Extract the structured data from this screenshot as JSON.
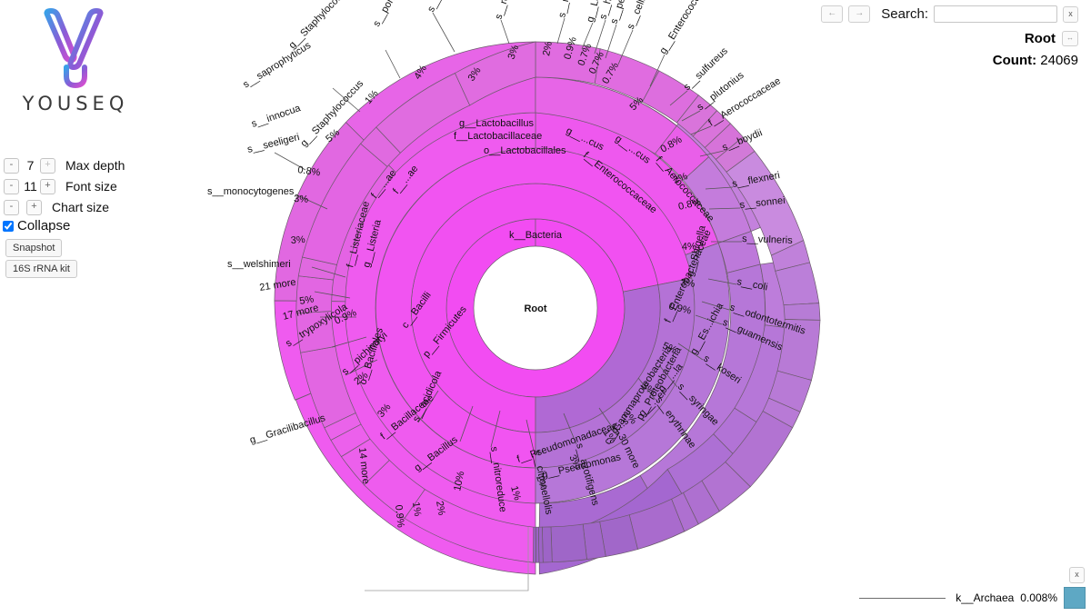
{
  "brand": {
    "name": "YOUSEQ"
  },
  "controls": {
    "max_depth": {
      "value": "7",
      "label": "Max depth",
      "dec": "-",
      "inc": "+"
    },
    "font_size": {
      "value": "11",
      "label": "Font size",
      "dec": "-",
      "inc": "+"
    },
    "chart_size": {
      "value": "",
      "label": "Chart size",
      "dec": "-",
      "inc": "+"
    },
    "collapse": {
      "label": "Collapse",
      "checked": true
    },
    "snapshot_label": "Snapshot",
    "kit_label": "16S rRNA kit"
  },
  "topbar": {
    "back_icon": "←",
    "forward_icon": "→",
    "search_label": "Search:",
    "search_value": "",
    "search_placeholder": "",
    "clear_icon": "x",
    "node_name": "Root",
    "expand_icon": "↔",
    "count_label": "Count:",
    "count_value": "24069"
  },
  "legend": {
    "name": "k__Archaea",
    "percent": "0.008%",
    "color": "#5ea8c4",
    "close_icon": "x"
  },
  "chart_data": {
    "type": "pie",
    "title": "Root",
    "center_label": "Root",
    "total_count": 24069,
    "rings": [
      "root",
      "kingdom",
      "phylum",
      "class",
      "order",
      "family",
      "genus",
      "species"
    ],
    "nodes": [
      {
        "label": "k__Bacteria",
        "ring": 1,
        "pct": ""
      },
      {
        "label": "p__Firmicutes",
        "ring": 2,
        "pct": ""
      },
      {
        "label": "p__Proteobacteria",
        "ring": 2,
        "pct": ""
      },
      {
        "label": "c__Bacilli",
        "ring": 3,
        "pct": ""
      },
      {
        "label": "c__Gammaproteobacteria",
        "ring": 3,
        "pct": ""
      },
      {
        "label": "o__Lactobacillales",
        "ring": 4,
        "pct": ""
      },
      {
        "label": "o__Bacillales",
        "ring": 4,
        "pct": ""
      },
      {
        "label": "f__Lactobacillaceae",
        "ring": 5,
        "pct": ""
      },
      {
        "label": "f__Enterococcaceae",
        "ring": 5,
        "pct": ""
      },
      {
        "label": "f__Listeriaceae",
        "ring": 5,
        "pct": ""
      },
      {
        "label": "f__Bacillaceae",
        "ring": 5,
        "pct": ""
      },
      {
        "label": "f__Aerococcaceae",
        "ring": 5,
        "pct": ""
      },
      {
        "label": "f__Enterobacteriaceae",
        "ring": 5,
        "pct": ""
      },
      {
        "label": "f__Pseudomonadaceae",
        "ring": 5,
        "pct": ""
      },
      {
        "label": "f__...ae",
        "ring": 5,
        "pct": ""
      },
      {
        "label": "g__Lactobacillus",
        "ring": 6,
        "pct": ""
      },
      {
        "label": "g__...cus",
        "ring": 6,
        "pct": ""
      },
      {
        "label": "g__Staphylococcus",
        "ring": 6,
        "pct": ""
      },
      {
        "label": "g__Listeria",
        "ring": 6,
        "pct": ""
      },
      {
        "label": "g__Bacillus",
        "ring": 6,
        "pct": ""
      },
      {
        "label": "g__Gracilibacillus",
        "ring": 6,
        "pct": ""
      },
      {
        "label": "g__Shigella",
        "ring": 6,
        "pct": ""
      },
      {
        "label": "g__Es...ichia",
        "ring": 6,
        "pct": ""
      },
      {
        "label": "g__...la",
        "ring": 6,
        "pct": ""
      },
      {
        "label": "g__...er",
        "ring": 6,
        "pct": ""
      },
      {
        "label": "g...s",
        "ring": 6,
        "pct": ""
      },
      {
        "label": "g__Pseudomonas",
        "ring": 6,
        "pct": ""
      }
    ],
    "species": [
      {
        "name": "s__paraplantarum",
        "pct": "3%"
      },
      {
        "name": "s__reuteri",
        "pct": "3%"
      },
      {
        "name": "s__mucosae",
        "pct": "2%"
      },
      {
        "name": "g__Lactobacill",
        "pct": "0.9%"
      },
      {
        "name": "s__hamsteri",
        "pct": "0.7%"
      },
      {
        "name": "s__pentosus",
        "pct": "0.7%"
      },
      {
        "name": "s__cellicola",
        "pct": "0.7%"
      },
      {
        "name": "g__Enterococcus_unclass",
        "pct": "5%"
      },
      {
        "name": "s__sulfureus",
        "pct": "0.8%"
      },
      {
        "name": "s__plutonius",
        "pct": "2%"
      },
      {
        "name": "f__Aerococcaceae",
        "pct": "0.8%"
      },
      {
        "name": "s__boydii",
        "pct": "4%"
      },
      {
        "name": "s__flexneri",
        "pct": "3%"
      },
      {
        "name": "s__sonnei",
        "pct": "0.9%"
      },
      {
        "name": "s__vulneris",
        "pct": "5%"
      },
      {
        "name": "s__coli",
        "pct": "3%"
      },
      {
        "name": "s__odontotermitis",
        "pct": "2%"
      },
      {
        "name": "s__guamensis",
        "pct": "1%"
      },
      {
        "name": "s__koseri",
        "pct": "3%"
      },
      {
        "name": "s__syringae",
        "pct": "2%"
      },
      {
        "name": "s__erythrinae",
        "pct": "1%"
      },
      {
        "name": "30 more",
        "pct": ""
      },
      {
        "name": "s__azotifigens",
        "pct": "2%"
      },
      {
        "name": "s__citronellolis",
        "pct": "1%"
      },
      {
        "name": "s__nitroreduce",
        "pct": "0.9%"
      },
      {
        "name": "14 more",
        "pct": ""
      },
      {
        "name": "s__acidicola",
        "pct": "10%"
      },
      {
        "name": "s__pichinotyi",
        "pct": "3%"
      },
      {
        "name": "s__trypoxylicola",
        "pct": "2%"
      },
      {
        "name": "17 more",
        "pct": "0.9%"
      },
      {
        "name": "21 more",
        "pct": ""
      },
      {
        "name": "s__welshimeri",
        "pct": "5%"
      },
      {
        "name": "s__monocytogenes",
        "pct": "3%"
      },
      {
        "name": "s__seeligeri",
        "pct": "3%"
      },
      {
        "name": "s__innocua",
        "pct": "0.8%"
      },
      {
        "name": "s__saprophyticus",
        "pct": "5%"
      },
      {
        "name": "g__Staphylococcus",
        "pct": "1%"
      },
      {
        "name": "s__pontis",
        "pct": "4%"
      }
    ]
  }
}
